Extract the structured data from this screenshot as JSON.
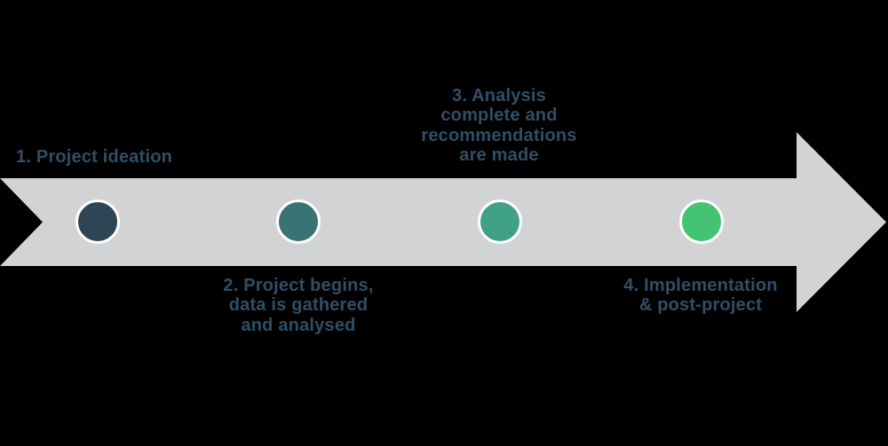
{
  "diagram": {
    "background_color": "#000000",
    "arrow_color": "#d1d3d4",
    "label_color": "#2f4f66",
    "dot_ring_color": "#ffffff",
    "steps": [
      {
        "label": "1. Project ideation",
        "dot_color": "#2e4556",
        "label_position": "above"
      },
      {
        "label": "2. Project begins,\ndata is gathered\nand analysed",
        "dot_color": "#3a7374",
        "label_position": "below"
      },
      {
        "label": "3. Analysis\ncomplete and\nrecommendations\nare made",
        "dot_color": "#40a186",
        "label_position": "above"
      },
      {
        "label": "4. Implementation\n& post-project",
        "dot_color": "#45c375",
        "label_position": "below"
      }
    ]
  }
}
